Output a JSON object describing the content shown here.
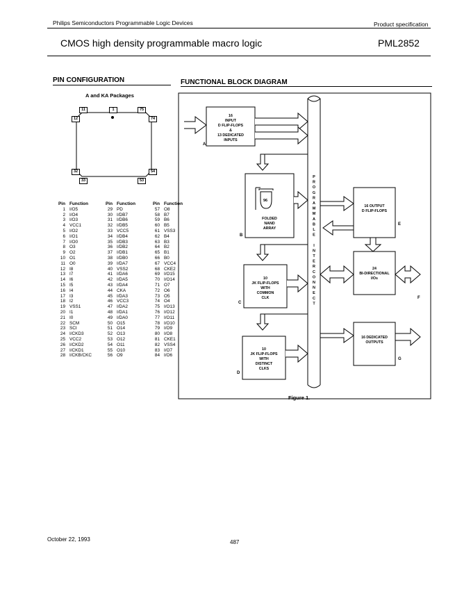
{
  "header": {
    "left": "Philips Semiconductors Programmable Logic Devices",
    "right": "Product specification",
    "title": "CMOS high density programmable macro logic",
    "part_number": "PML2852"
  },
  "pin_config": {
    "heading": "PIN CONFIGURATION",
    "package_label": "A and KA Packages",
    "chip_pins": {
      "p1": "1",
      "p11": "11",
      "p12": "12",
      "p75": "75",
      "p74": "74",
      "p32": "32",
      "p33": "33",
      "p53": "53",
      "p54": "54"
    },
    "table_headers": [
      "Pin",
      "Function",
      "Pin",
      "Function",
      "Pin",
      "Function"
    ],
    "rows": [
      [
        "1",
        "I/O5",
        "29",
        "PD",
        "57",
        "O8"
      ],
      [
        "2",
        "I/O4",
        "30",
        "I/DB7",
        "58",
        "B7"
      ],
      [
        "3",
        "I/O3",
        "31",
        "I/DB6",
        "59",
        "B6"
      ],
      [
        "4",
        "VCC1",
        "32",
        "I/DB5",
        "60",
        "B5"
      ],
      [
        "5",
        "I/O2",
        "33",
        "VCC5",
        "61",
        "VSS3"
      ],
      [
        "6",
        "I/O1",
        "34",
        "I/DB4",
        "62",
        "B4"
      ],
      [
        "7",
        "I/O0",
        "35",
        "I/DB3",
        "63",
        "B3"
      ],
      [
        "8",
        "O3",
        "36",
        "I/DB2",
        "64",
        "B2"
      ],
      [
        "9",
        "O2",
        "37",
        "I/DB1",
        "65",
        "B1"
      ],
      [
        "10",
        "O1",
        "38",
        "I/DB0",
        "66",
        "B0"
      ],
      [
        "11",
        "O0",
        "39",
        "I/DA7",
        "67",
        "VCC4"
      ],
      [
        "12",
        "I8",
        "40",
        "VSS2",
        "68",
        "CKE2"
      ],
      [
        "13",
        "I7",
        "41",
        "I/DA6",
        "69",
        "I/O15"
      ],
      [
        "14",
        "I6",
        "42",
        "I/DA5",
        "70",
        "I/O14"
      ],
      [
        "15",
        "I5",
        "43",
        "I/DA4",
        "71",
        "O7"
      ],
      [
        "16",
        "I4",
        "44",
        "CKA",
        "72",
        "O6"
      ],
      [
        "17",
        "I3",
        "45",
        "I/DA3",
        "73",
        "O5"
      ],
      [
        "18",
        "I2",
        "46",
        "VCC3",
        "74",
        "O4"
      ],
      [
        "19",
        "VSS1",
        "47",
        "I/DA2",
        "75",
        "I/O13"
      ],
      [
        "20",
        "I1",
        "48",
        "I/DA1",
        "76",
        "I/O12"
      ],
      [
        "21",
        "I0",
        "49",
        "I/DA0",
        "77",
        "I/O11"
      ],
      [
        "22",
        "SCM",
        "50",
        "O15",
        "78",
        "I/O10"
      ],
      [
        "23",
        "SCI",
        "51",
        "O14",
        "79",
        "I/O9"
      ],
      [
        "24",
        "I/CKD3",
        "52",
        "O13",
        "80",
        "I/O8"
      ],
      [
        "25",
        "VCC2",
        "53",
        "O12",
        "81",
        "CKE1"
      ],
      [
        "26",
        "I/CKD2",
        "54",
        "O11",
        "82",
        "VSS4"
      ],
      [
        "27",
        "I/CKD1",
        "55",
        "O10",
        "83",
        "I/O7"
      ],
      [
        "28",
        "I/CKB/CKC",
        "56",
        "O9",
        "84",
        "I/O6"
      ]
    ]
  },
  "block_diagram": {
    "heading": "FUNCTIONAL BLOCK DIAGRAM",
    "bus_label": [
      "P",
      "R",
      "O",
      "G",
      "R",
      "A",
      "M",
      "M",
      "A",
      "B",
      "L",
      "E",
      "",
      "I",
      "N",
      "T",
      "E",
      "R",
      "C",
      "O",
      "N",
      "N",
      "E",
      "C",
      "T"
    ],
    "blocks": {
      "A": {
        "lines": [
          "16",
          "INPUT",
          "D FLIP-FLOPS",
          "&",
          "13 DEDICATED",
          "INPUTS"
        ],
        "letter": "A"
      },
      "B": {
        "lines": [
          "FOLDED",
          "NAND",
          "ARRAY"
        ],
        "gate": "96",
        "letter": "B"
      },
      "C": {
        "lines": [
          "10",
          "JK FLIP-FLOPS",
          "WITH",
          "COMMON",
          "CLK"
        ],
        "letter": "C"
      },
      "D": {
        "lines": [
          "10",
          "JK FLIP-FLOPS",
          "WITH",
          "DISTINCT",
          "CLKS"
        ],
        "letter": "D"
      },
      "E": {
        "lines": [
          "16 OUTPUT",
          "D FLIP-FLOPS"
        ],
        "letter": "E"
      },
      "F": {
        "lines": [
          "24",
          "BI-DIRECTIONAL",
          "I/Os"
        ],
        "letter": "F"
      },
      "G": {
        "lines": [
          "16 DEDICATED",
          "OUTPUTS"
        ],
        "letter": "G"
      }
    },
    "figure_caption": "Figure 1."
  },
  "footer": {
    "date": "October 22, 1993",
    "page": "487"
  }
}
